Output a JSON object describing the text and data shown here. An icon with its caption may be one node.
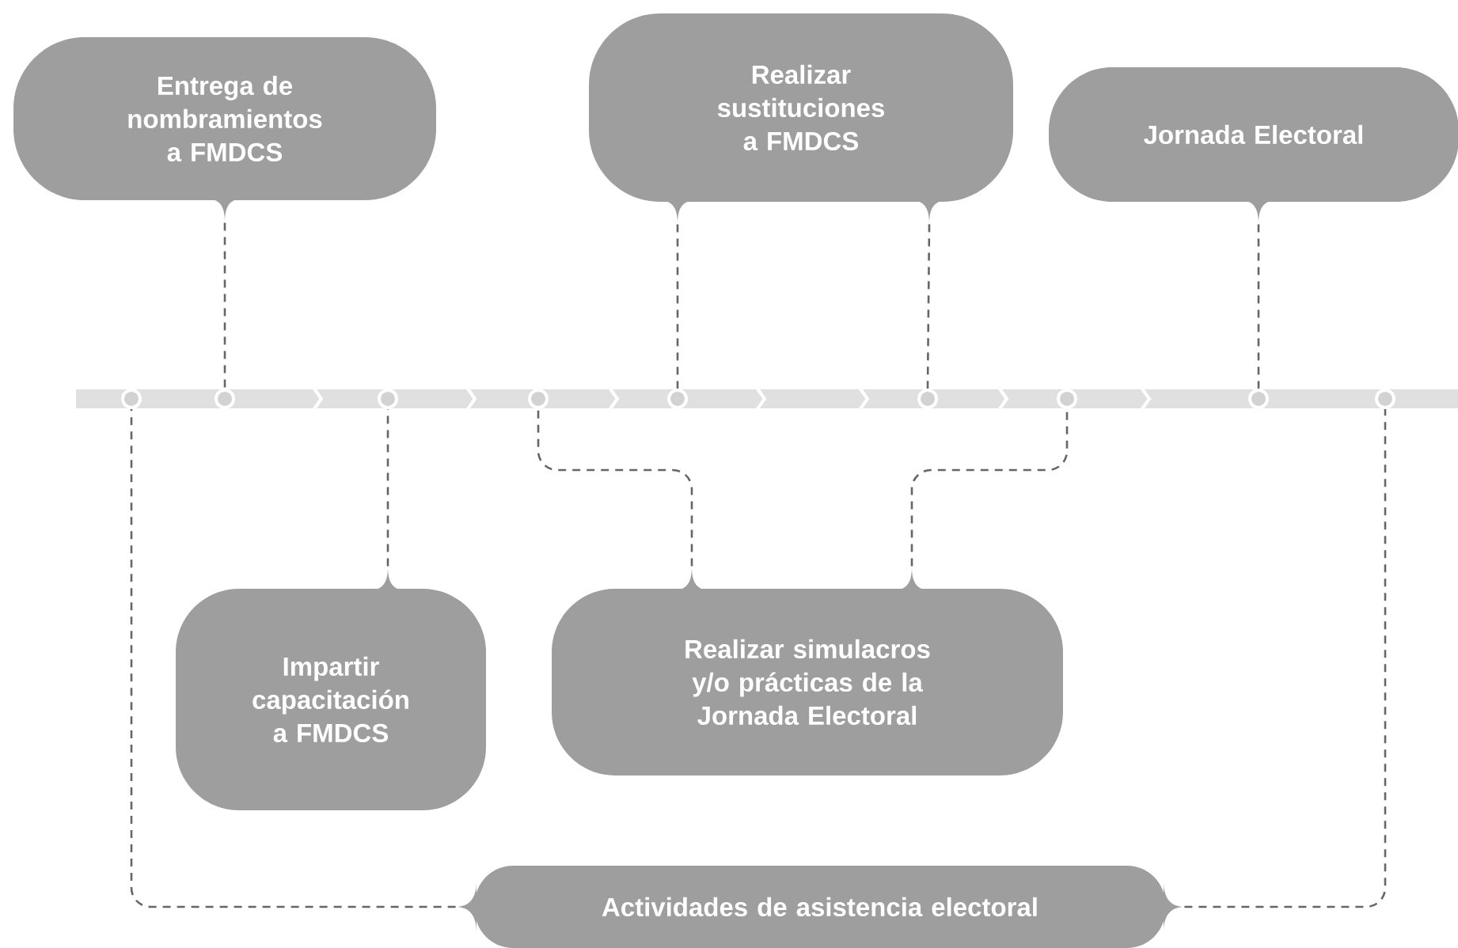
{
  "diagram": {
    "nodes": [
      {
        "text": [
          "Entrega de nombramientos a FMDCS"
        ]
      },
      {
        "text": [
          "Realizar sustituciones a FMDCS"
        ]
      },
      {
        "text": [
          "Jornada Electoral"
        ]
      },
      {
        "text": [
          "Impartir capacitación a FMDCS"
        ]
      },
      {
        "text": [
          "Realizar simulacros y/o prácticas de la Jornada Electoral"
        ]
      },
      {
        "text": [
          "Actividades de asistencia electoral"
        ]
      },
      {
        "text": [],
        "shape": "circle"
      },
      {
        "text": [],
        "shape": "circle"
      },
      {
        "text": [],
        "shape": "circle"
      },
      {
        "text": [],
        "shape": "circle"
      },
      {
        "text": [],
        "shape": "circle"
      },
      {
        "text": [],
        "shape": "circle"
      },
      {
        "text": [],
        "shape": "circle"
      },
      {
        "text": [],
        "shape": "circle"
      },
      {
        "text": [],
        "shape": "circle"
      }
    ],
    "edges": [
      {
        "from": 0,
        "to": 7,
        "arrow": "none",
        "style": "dashed"
      },
      {
        "from": 1,
        "to": 10,
        "arrow": "none",
        "style": "dashed"
      },
      {
        "from": 1,
        "to": 11,
        "arrow": "none",
        "style": "dashed"
      },
      {
        "from": 2,
        "to": 13,
        "arrow": "none",
        "style": "dashed"
      },
      {
        "from": 3,
        "to": 8,
        "arrow": "none",
        "style": "dashed"
      },
      {
        "from": 4,
        "to": 9,
        "arrow": "none",
        "style": "dashed"
      },
      {
        "from": 4,
        "to": 12,
        "arrow": "none",
        "style": "dashed"
      },
      {
        "from": 5,
        "to": 6,
        "arrow": "none",
        "style": "dashed"
      },
      {
        "from": 5,
        "to": 14,
        "arrow": "none",
        "style": "dashed"
      }
    ]
  }
}
